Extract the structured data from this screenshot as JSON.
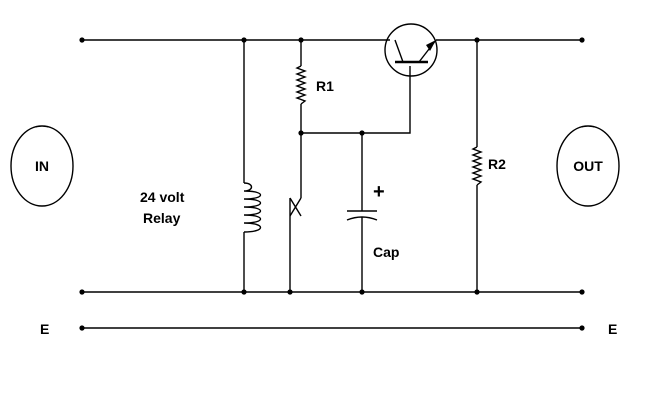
{
  "diagram": {
    "input_label": "IN",
    "output_label": "OUT",
    "relay_label_line1": "24 volt",
    "relay_label_line2": "Relay",
    "resistor1_label": "R1",
    "resistor2_label": "R2",
    "capacitor_label": "Cap",
    "capacitor_polarity": "+",
    "earth_left_label": "E",
    "earth_right_label": "E"
  }
}
